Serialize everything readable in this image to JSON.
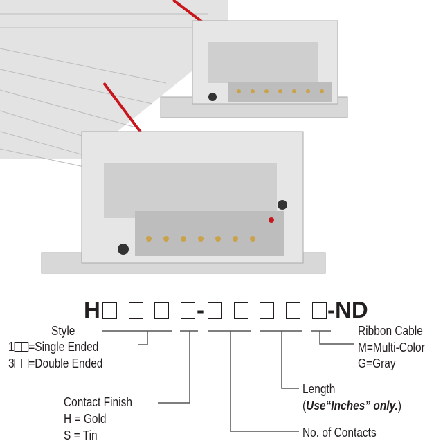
{
  "part_number": {
    "prefix": "H",
    "dash": "-",
    "suffix": "-ND"
  },
  "style": {
    "title": "Style",
    "option1_prefix": "1",
    "option1_label": "=Single Ended",
    "option2_prefix": "3",
    "option2_label": "=Double Ended"
  },
  "contact_finish": {
    "title": "Contact Finish",
    "option1": "H = Gold",
    "option2": "S = Tin"
  },
  "contacts": {
    "title": "No. of Contacts"
  },
  "length": {
    "title": "Length",
    "note_open": "(",
    "note_bold": "Use“Inches” only.",
    "note_close": ")"
  },
  "ribbon_cable": {
    "title": "Ribbon Cable",
    "option1": "M=Multi-Color",
    "option2": "G=Gray"
  },
  "colors": {
    "cable": "#d9d9d9",
    "stripe": "#c8161d",
    "connector": "#dcdcdc",
    "gold": "#c9a24a",
    "text": "#231f20"
  }
}
